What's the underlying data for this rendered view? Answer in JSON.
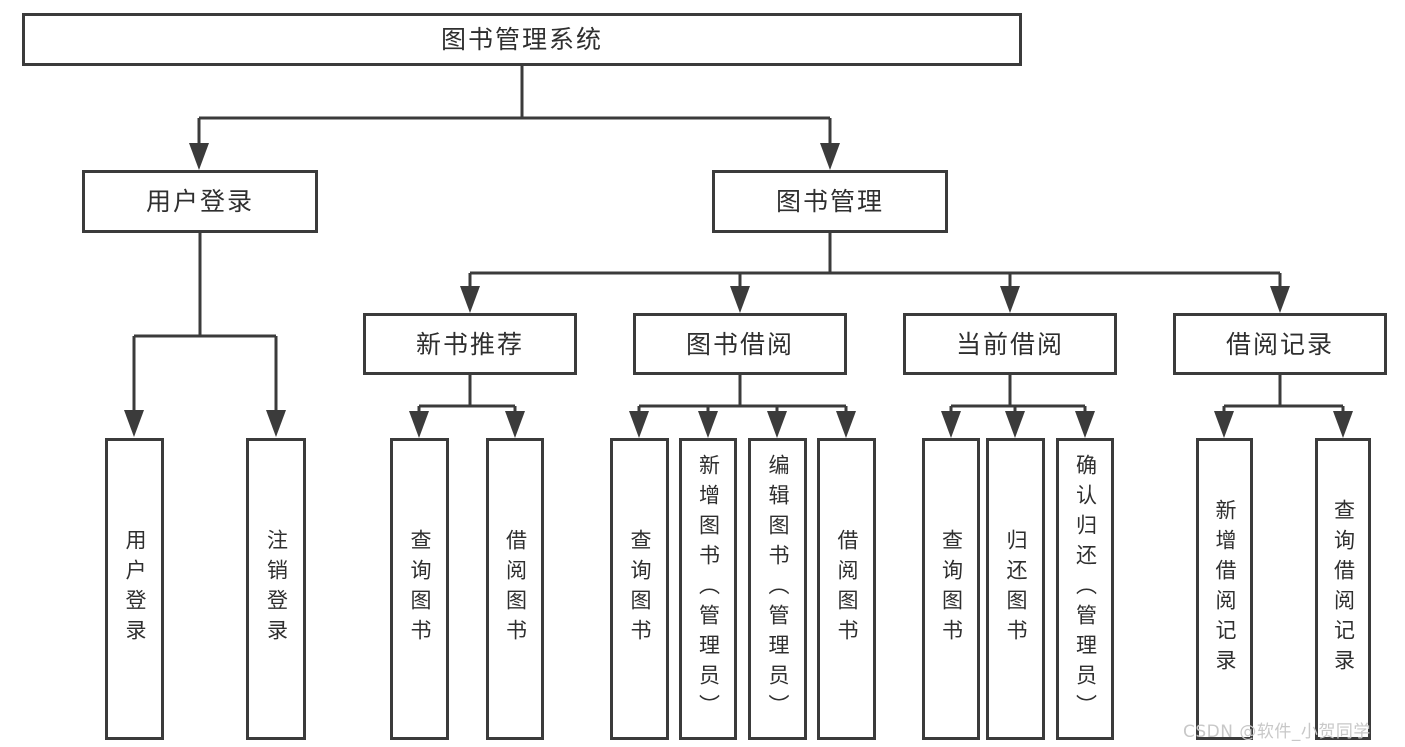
{
  "diagram": {
    "root": {
      "label": "图书管理系统"
    },
    "level2": {
      "user_login": {
        "label": "用户登录"
      },
      "book_management": {
        "label": "图书管理"
      }
    },
    "level3": {
      "new_book_recommend": {
        "label": "新书推荐"
      },
      "book_borrow": {
        "label": "图书借阅"
      },
      "current_borrow": {
        "label": "当前借阅"
      },
      "borrow_records": {
        "label": "借阅记录"
      }
    },
    "leaves": {
      "user_login": {
        "label": "用户登录"
      },
      "logout": {
        "label": "注销登录"
      },
      "nb_query_books": {
        "label": "查询图书"
      },
      "nb_borrow_books": {
        "label": "借阅图书"
      },
      "bb_query_books": {
        "label": "查询图书"
      },
      "bb_add_books_admin": {
        "label": "新增图书（管理员）"
      },
      "bb_edit_books_admin": {
        "label": "编辑图书（管理员）"
      },
      "bb_borrow_books": {
        "label": "借阅图书"
      },
      "cb_query_books": {
        "label": "查询图书"
      },
      "cb_return_books": {
        "label": "归还图书"
      },
      "cb_confirm_return_admin": {
        "label": "确认归还（管理员）"
      },
      "br_add_record": {
        "label": "新增借阅记录"
      },
      "br_query_record": {
        "label": "查询借阅记录"
      }
    }
  },
  "watermark": "CSDN @软件_小贺同学",
  "colors": {
    "line": "#3b3b3b",
    "text": "#2f2f2f",
    "watermark": "#c8c8c8",
    "background": "#ffffff"
  }
}
